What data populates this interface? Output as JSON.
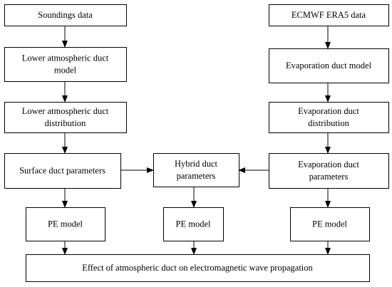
{
  "diagram": {
    "nodes": {
      "soundings": {
        "lines": [
          "Soundings data"
        ]
      },
      "lower_model": {
        "lines": [
          "Lower atmospheric duct",
          "model"
        ]
      },
      "lower_distribution": {
        "lines": [
          "Lower atmospheric duct",
          "distribution"
        ]
      },
      "surface_params": {
        "lines": [
          "Surface duct parameters"
        ]
      },
      "pe_left": {
        "lines": [
          "PE model"
        ]
      },
      "ecmwf": {
        "lines": [
          "ECMWF ERA5 data"
        ]
      },
      "evap_model": {
        "lines": [
          "Evaporation duct model"
        ]
      },
      "evap_distribution": {
        "lines": [
          "Evaporation duct",
          "distribution"
        ]
      },
      "evap_params": {
        "lines": [
          "Evaporation duct",
          "parameters"
        ]
      },
      "pe_right": {
        "lines": [
          "PE model"
        ]
      },
      "hybrid_params": {
        "lines": [
          "Hybrid duct",
          "parameters"
        ]
      },
      "pe_middle": {
        "lines": [
          "PE model"
        ]
      },
      "effect": {
        "lines": [
          "Effect of atmospheric duct on electromagnetic wave propagation"
        ]
      }
    },
    "edges": [
      {
        "from": "soundings",
        "to": "lower_model"
      },
      {
        "from": "lower_model",
        "to": "lower_distribution"
      },
      {
        "from": "lower_distribution",
        "to": "surface_params"
      },
      {
        "from": "surface_params",
        "to": "pe_left"
      },
      {
        "from": "pe_left",
        "to": "effect"
      },
      {
        "from": "ecmwf",
        "to": "evap_model"
      },
      {
        "from": "evap_model",
        "to": "evap_distribution"
      },
      {
        "from": "evap_distribution",
        "to": "evap_params"
      },
      {
        "from": "evap_params",
        "to": "pe_right"
      },
      {
        "from": "pe_right",
        "to": "effect"
      },
      {
        "from": "surface_params",
        "to": "hybrid_params"
      },
      {
        "from": "evap_params",
        "to": "hybrid_params"
      },
      {
        "from": "hybrid_params",
        "to": "pe_middle"
      },
      {
        "from": "pe_middle",
        "to": "effect"
      }
    ]
  }
}
